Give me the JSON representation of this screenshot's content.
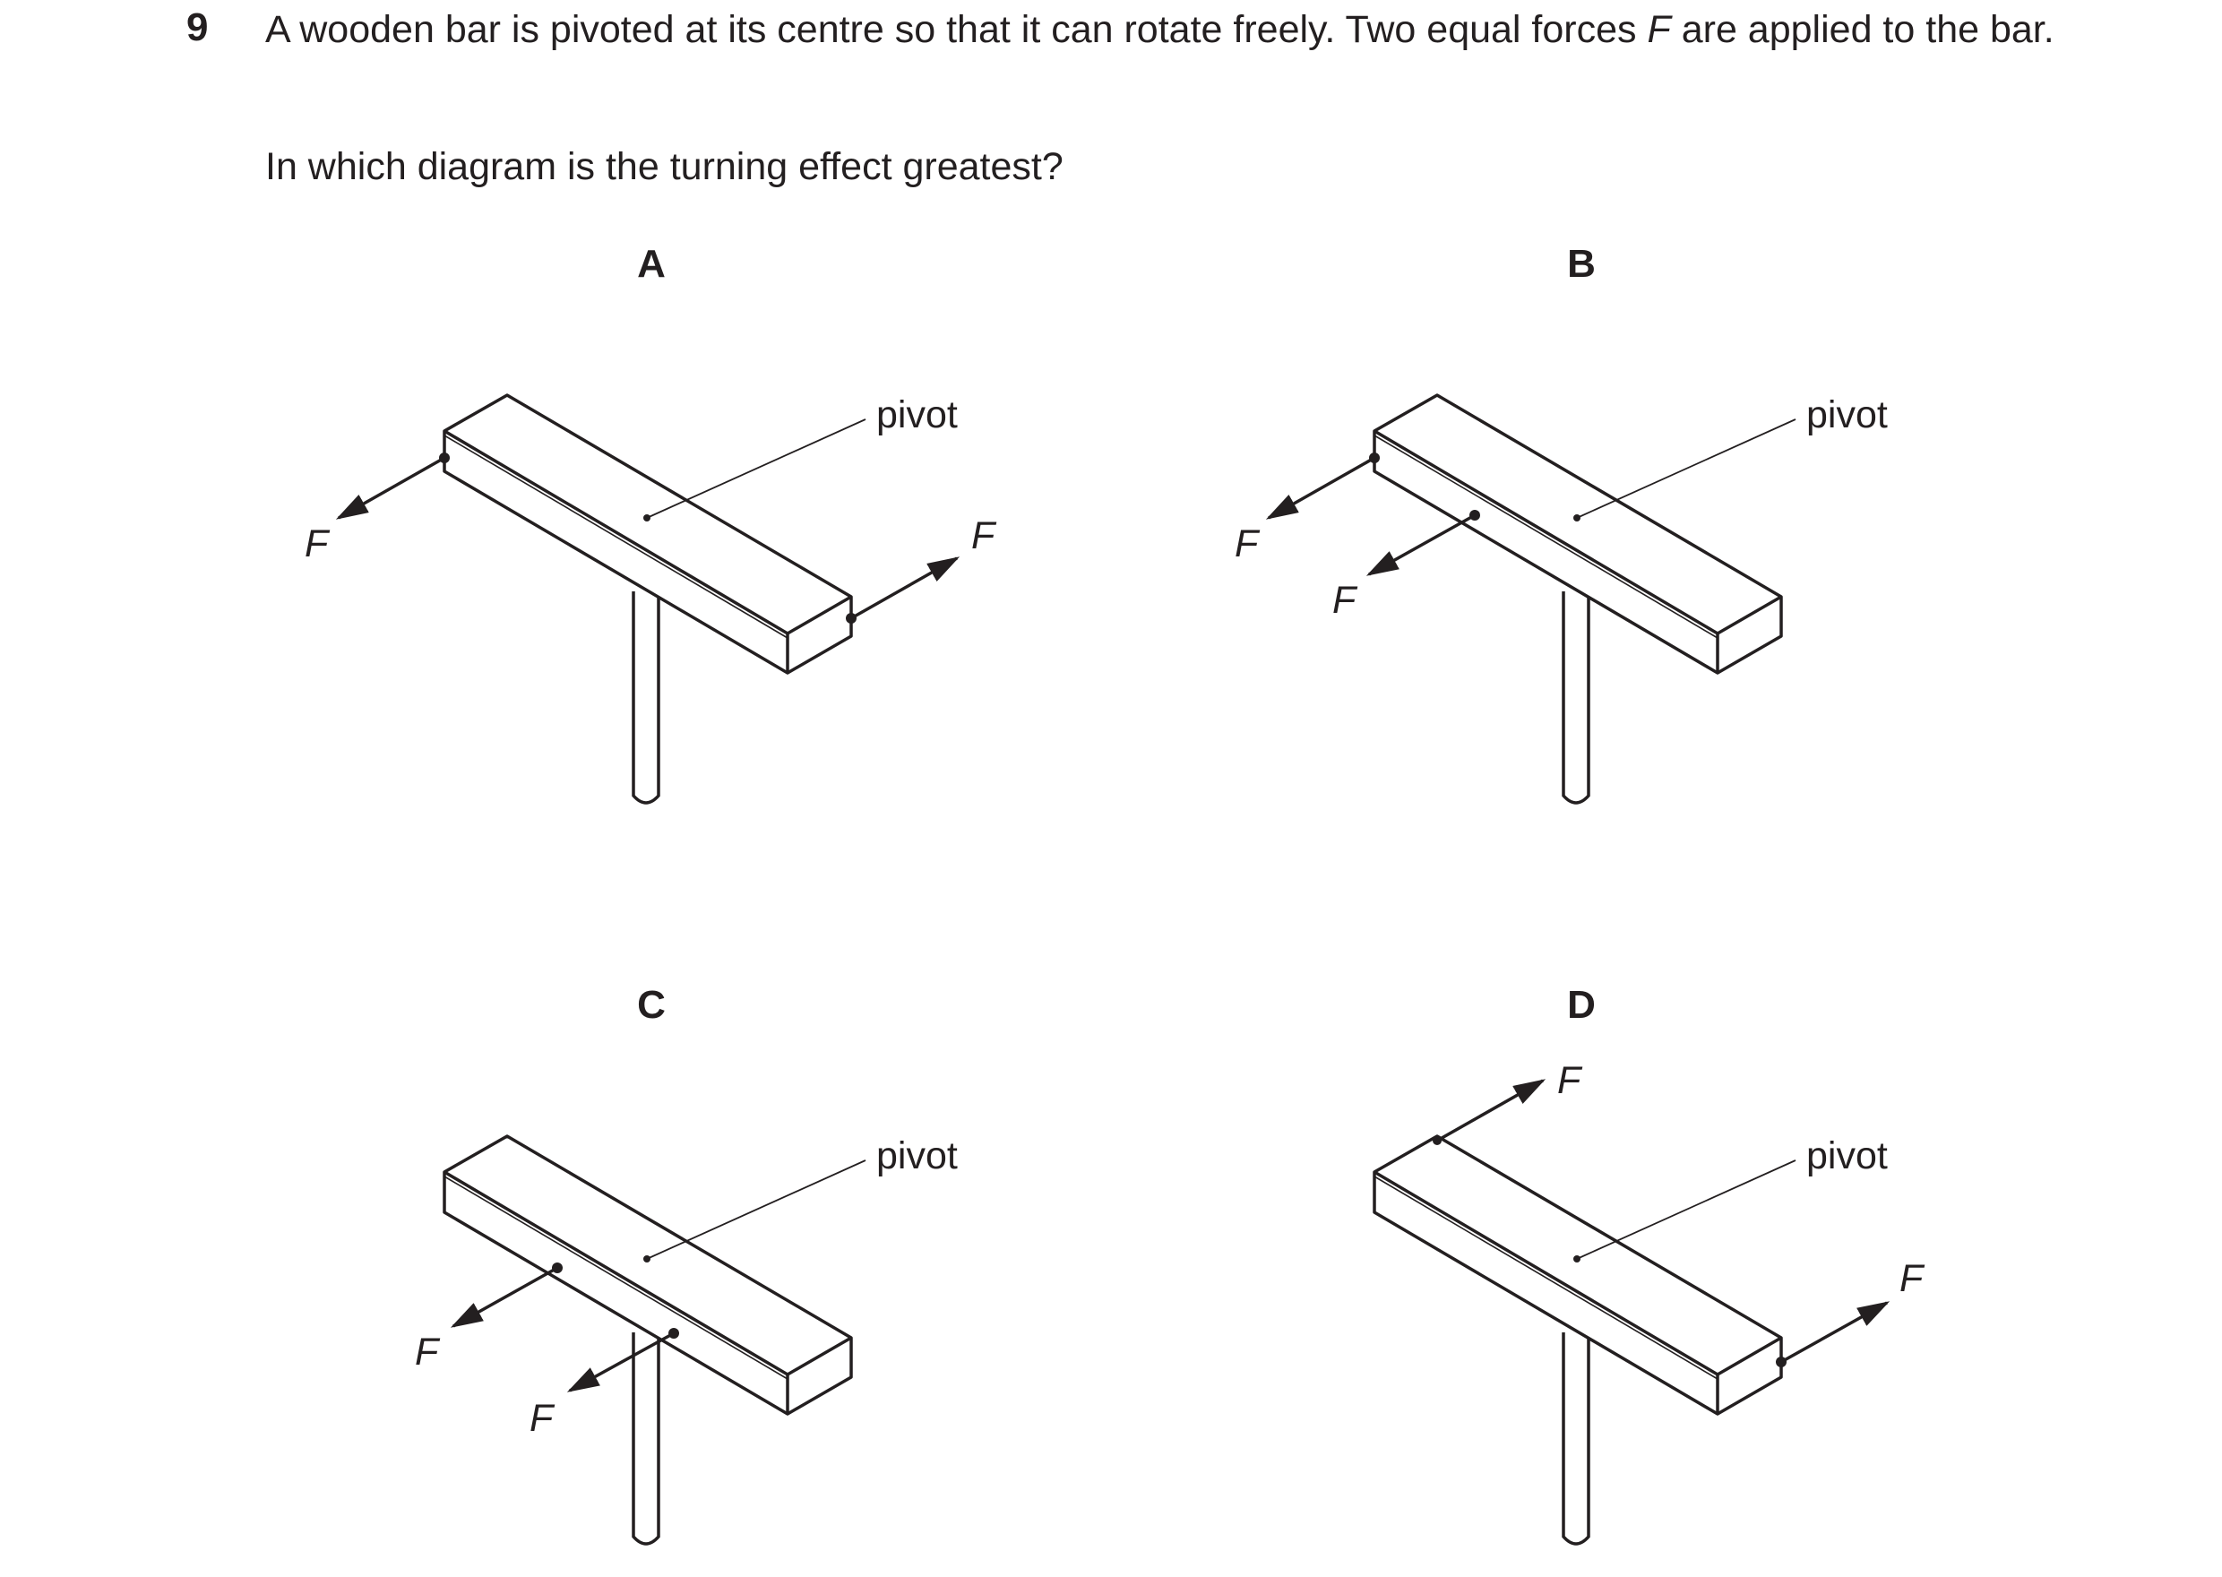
{
  "question": {
    "number": "9",
    "text_before_f": "A wooden bar is pivoted at its centre so that it can rotate freely. Two equal forces ",
    "force_symbol": "F",
    "text_after_f": " are applied to the bar.",
    "prompt": "In which diagram is the turning effect greatest?"
  },
  "options": [
    {
      "label": "A",
      "pivot_label": "pivot",
      "forces": [
        {
          "label": "F"
        },
        {
          "label": "F"
        }
      ]
    },
    {
      "label": "B",
      "pivot_label": "pivot",
      "forces": [
        {
          "label": "F"
        },
        {
          "label": "F"
        }
      ]
    },
    {
      "label": "C",
      "pivot_label": "pivot",
      "forces": [
        {
          "label": "F"
        },
        {
          "label": "F"
        }
      ]
    },
    {
      "label": "D",
      "pivot_label": "pivot",
      "forces": [
        {
          "label": "F"
        },
        {
          "label": "F"
        }
      ]
    }
  ],
  "colors": {
    "ink": "#231f20",
    "background": "#ffffff"
  }
}
